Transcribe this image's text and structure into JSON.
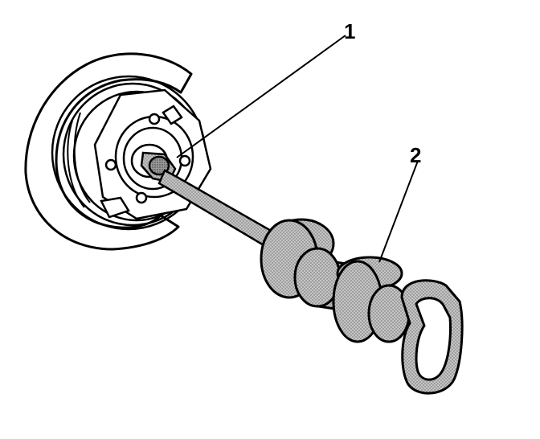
{
  "callouts": [
    {
      "id": "1",
      "text": "1"
    },
    {
      "id": "2",
      "text": "2"
    }
  ],
  "colors": {
    "stroke": "#000000",
    "fill": "#ffffff",
    "shade": "#b8b8b8"
  }
}
